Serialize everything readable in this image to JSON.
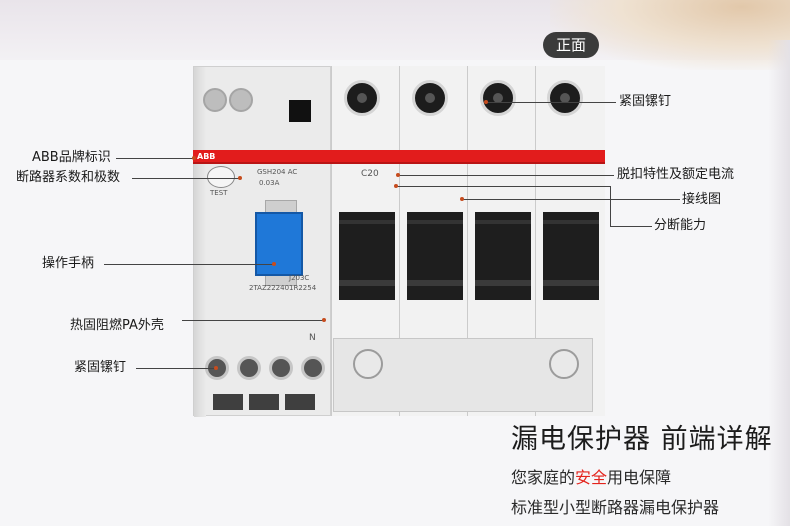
{
  "badge": "正面",
  "device": {
    "brand_mark": "ABB",
    "model": "GSH204 AC",
    "rating": "0.03A",
    "test_label": "TEST",
    "code1": "J203C",
    "code2": "2TAZ222401R2254",
    "breaker_label": "C20",
    "neutral_label": "N"
  },
  "labels": {
    "top_screw": "紧固镙钉",
    "abb_brand": "ABB品牌标识",
    "series": "断路器系数和极数",
    "trip": "脱扣特性及额定电流",
    "wiring": "接线图",
    "breaking": "分断能力",
    "handle": "操作手柄",
    "housing": "热固阻燃PA外壳",
    "bottom_screw": "紧固镙钉"
  },
  "text": {
    "title": "漏电保护器 前端详解",
    "sub1_pre": "您家庭的",
    "sub1_hl": "安全",
    "sub1_post": "用电保障",
    "sub2": "标准型小型断路器漏电保护器"
  },
  "colors": {
    "accent_red": "#e21c1c",
    "handle_blue": "#1f78d8"
  }
}
